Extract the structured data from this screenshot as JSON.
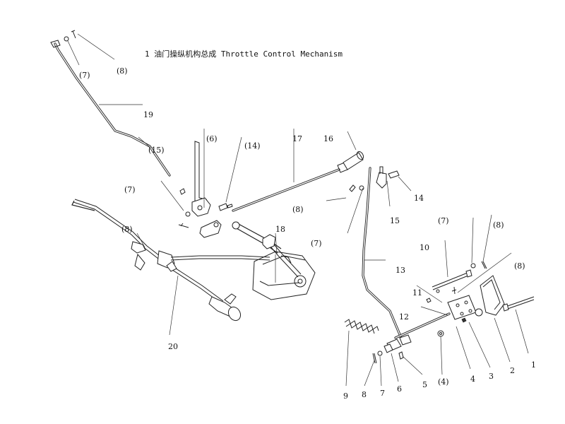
{
  "title": "1 油门操纵机构总成  Throttle Control Mechanism",
  "callouts": [
    {
      "id": "c8a",
      "text": "(8)"
    },
    {
      "id": "c7a",
      "text": "(7)"
    },
    {
      "id": "c19",
      "text": "19"
    },
    {
      "id": "c15a",
      "text": "(15)"
    },
    {
      "id": "c6a",
      "text": "(6)"
    },
    {
      "id": "c14a",
      "text": "(14)"
    },
    {
      "id": "c17",
      "text": "17"
    },
    {
      "id": "c16",
      "text": "16"
    },
    {
      "id": "c7b",
      "text": "(7)"
    },
    {
      "id": "c8b",
      "text": "(8)"
    },
    {
      "id": "c8c",
      "text": "(8)"
    },
    {
      "id": "c18",
      "text": "18"
    },
    {
      "id": "c7c",
      "text": "(7)"
    },
    {
      "id": "c14",
      "text": "14"
    },
    {
      "id": "c15",
      "text": "15"
    },
    {
      "id": "c7d",
      "text": "(7)"
    },
    {
      "id": "c8d",
      "text": "(8)"
    },
    {
      "id": "c10",
      "text": "10"
    },
    {
      "id": "c13",
      "text": "13"
    },
    {
      "id": "c8e",
      "text": "(8)"
    },
    {
      "id": "c11",
      "text": "11"
    },
    {
      "id": "c12",
      "text": "12"
    },
    {
      "id": "c20",
      "text": "20"
    },
    {
      "id": "c1",
      "text": "1"
    },
    {
      "id": "c2",
      "text": "2"
    },
    {
      "id": "c3",
      "text": "3"
    },
    {
      "id": "c4",
      "text": "4"
    },
    {
      "id": "c4p",
      "text": "(4)"
    },
    {
      "id": "c5",
      "text": "5"
    },
    {
      "id": "c6",
      "text": "6"
    },
    {
      "id": "c7",
      "text": "7"
    },
    {
      "id": "c8",
      "text": "8"
    },
    {
      "id": "c9",
      "text": "9"
    }
  ]
}
